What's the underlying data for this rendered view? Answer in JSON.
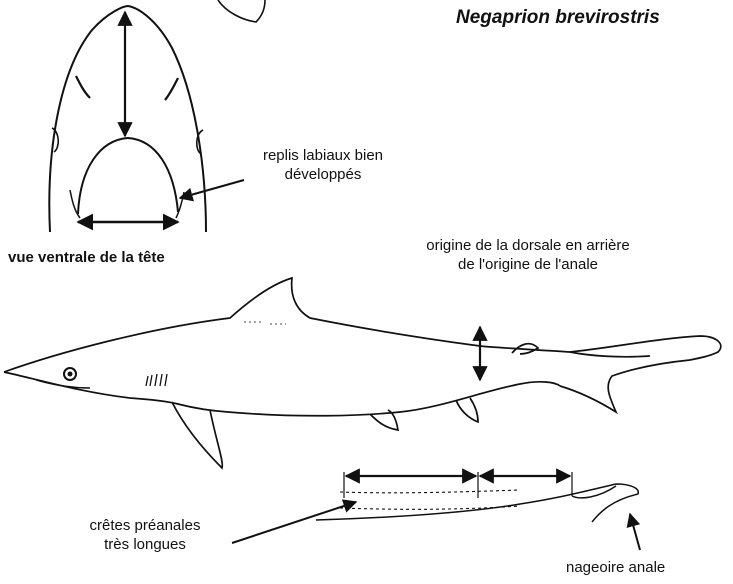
{
  "title": "Negaprion brevirostris",
  "labels": {
    "ventral_view": "vue ventrale de la tête",
    "labial_folds_line1": "replis labiaux bien",
    "labial_folds_line2": "développés",
    "dorsal_origin_line1": "origine de la dorsale en arrière",
    "dorsal_origin_line2": "de l'origine de l'anale",
    "preanal_ridges_line1": "crêtes préanales",
    "preanal_ridges_line2": "très longues",
    "anal_fin": "nageoire anale"
  },
  "colors": {
    "ink": "#111111",
    "background": "#ffffff"
  }
}
